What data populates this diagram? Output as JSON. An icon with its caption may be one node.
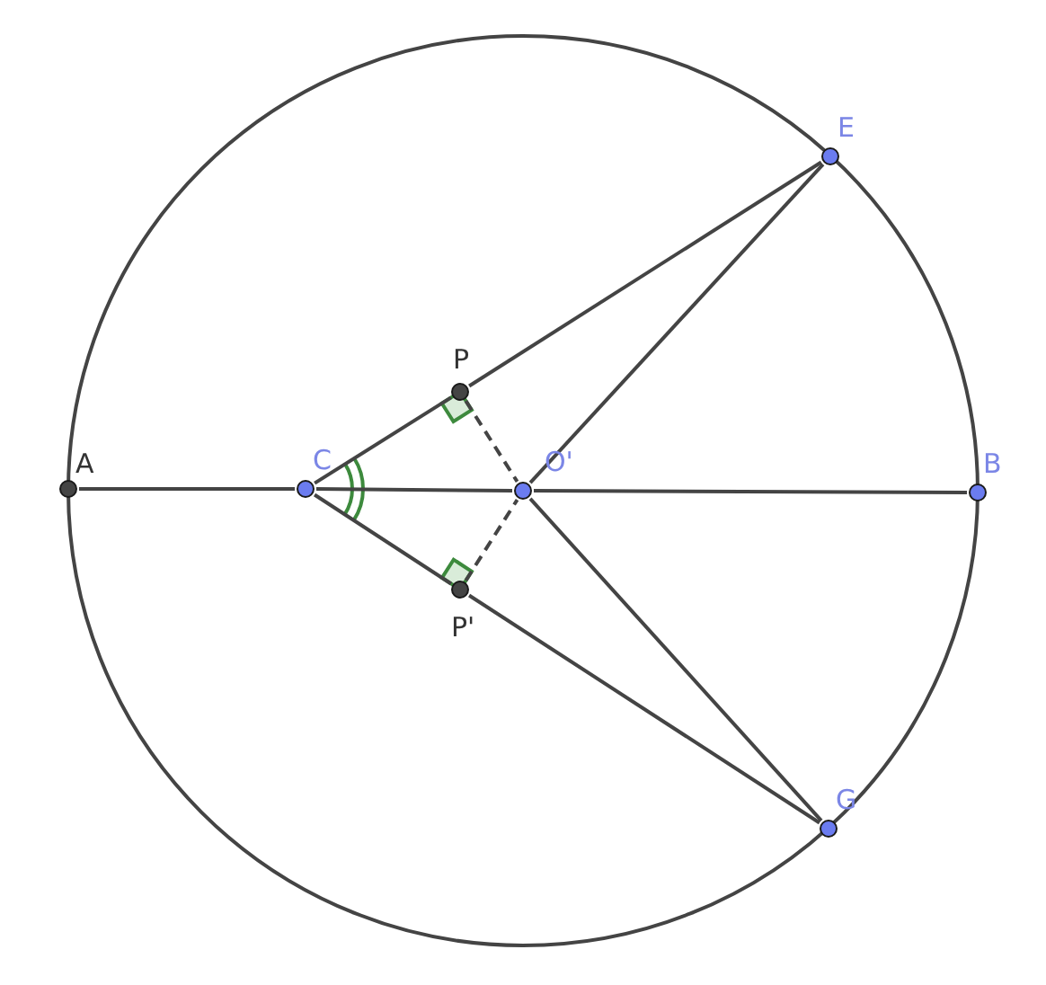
{
  "diagram": {
    "nodes": [
      {
        "text": [
          "E"
        ]
      },
      {
        "text": [
          "P"
        ]
      },
      {
        "text": [
          "A"
        ]
      },
      {
        "text": [
          "C"
        ]
      },
      {
        "text": [
          "O'"
        ]
      },
      {
        "text": [
          "B"
        ]
      },
      {
        "text": [
          "P'"
        ]
      },
      {
        "text": [
          "G"
        ]
      }
    ],
    "edges": [
      {
        "from": 2,
        "to": 3,
        "arrow": "none"
      },
      {
        "from": 3,
        "to": 4,
        "arrow": "none"
      },
      {
        "from": 4,
        "to": 5,
        "arrow": "none"
      },
      {
        "from": 3,
        "to": 1,
        "arrow": "none"
      },
      {
        "from": 1,
        "to": 0,
        "arrow": "none"
      },
      {
        "from": 3,
        "to": 6,
        "arrow": "none"
      },
      {
        "from": 6,
        "to": 7,
        "arrow": "none"
      },
      {
        "from": 4,
        "to": 0,
        "arrow": "none"
      },
      {
        "from": 4,
        "to": 7,
        "arrow": "none"
      },
      {
        "from": 1,
        "to": 4,
        "arrow": "none",
        "style": "dashed"
      },
      {
        "from": 6,
        "to": 4,
        "arrow": "none",
        "style": "dashed"
      }
    ]
  }
}
